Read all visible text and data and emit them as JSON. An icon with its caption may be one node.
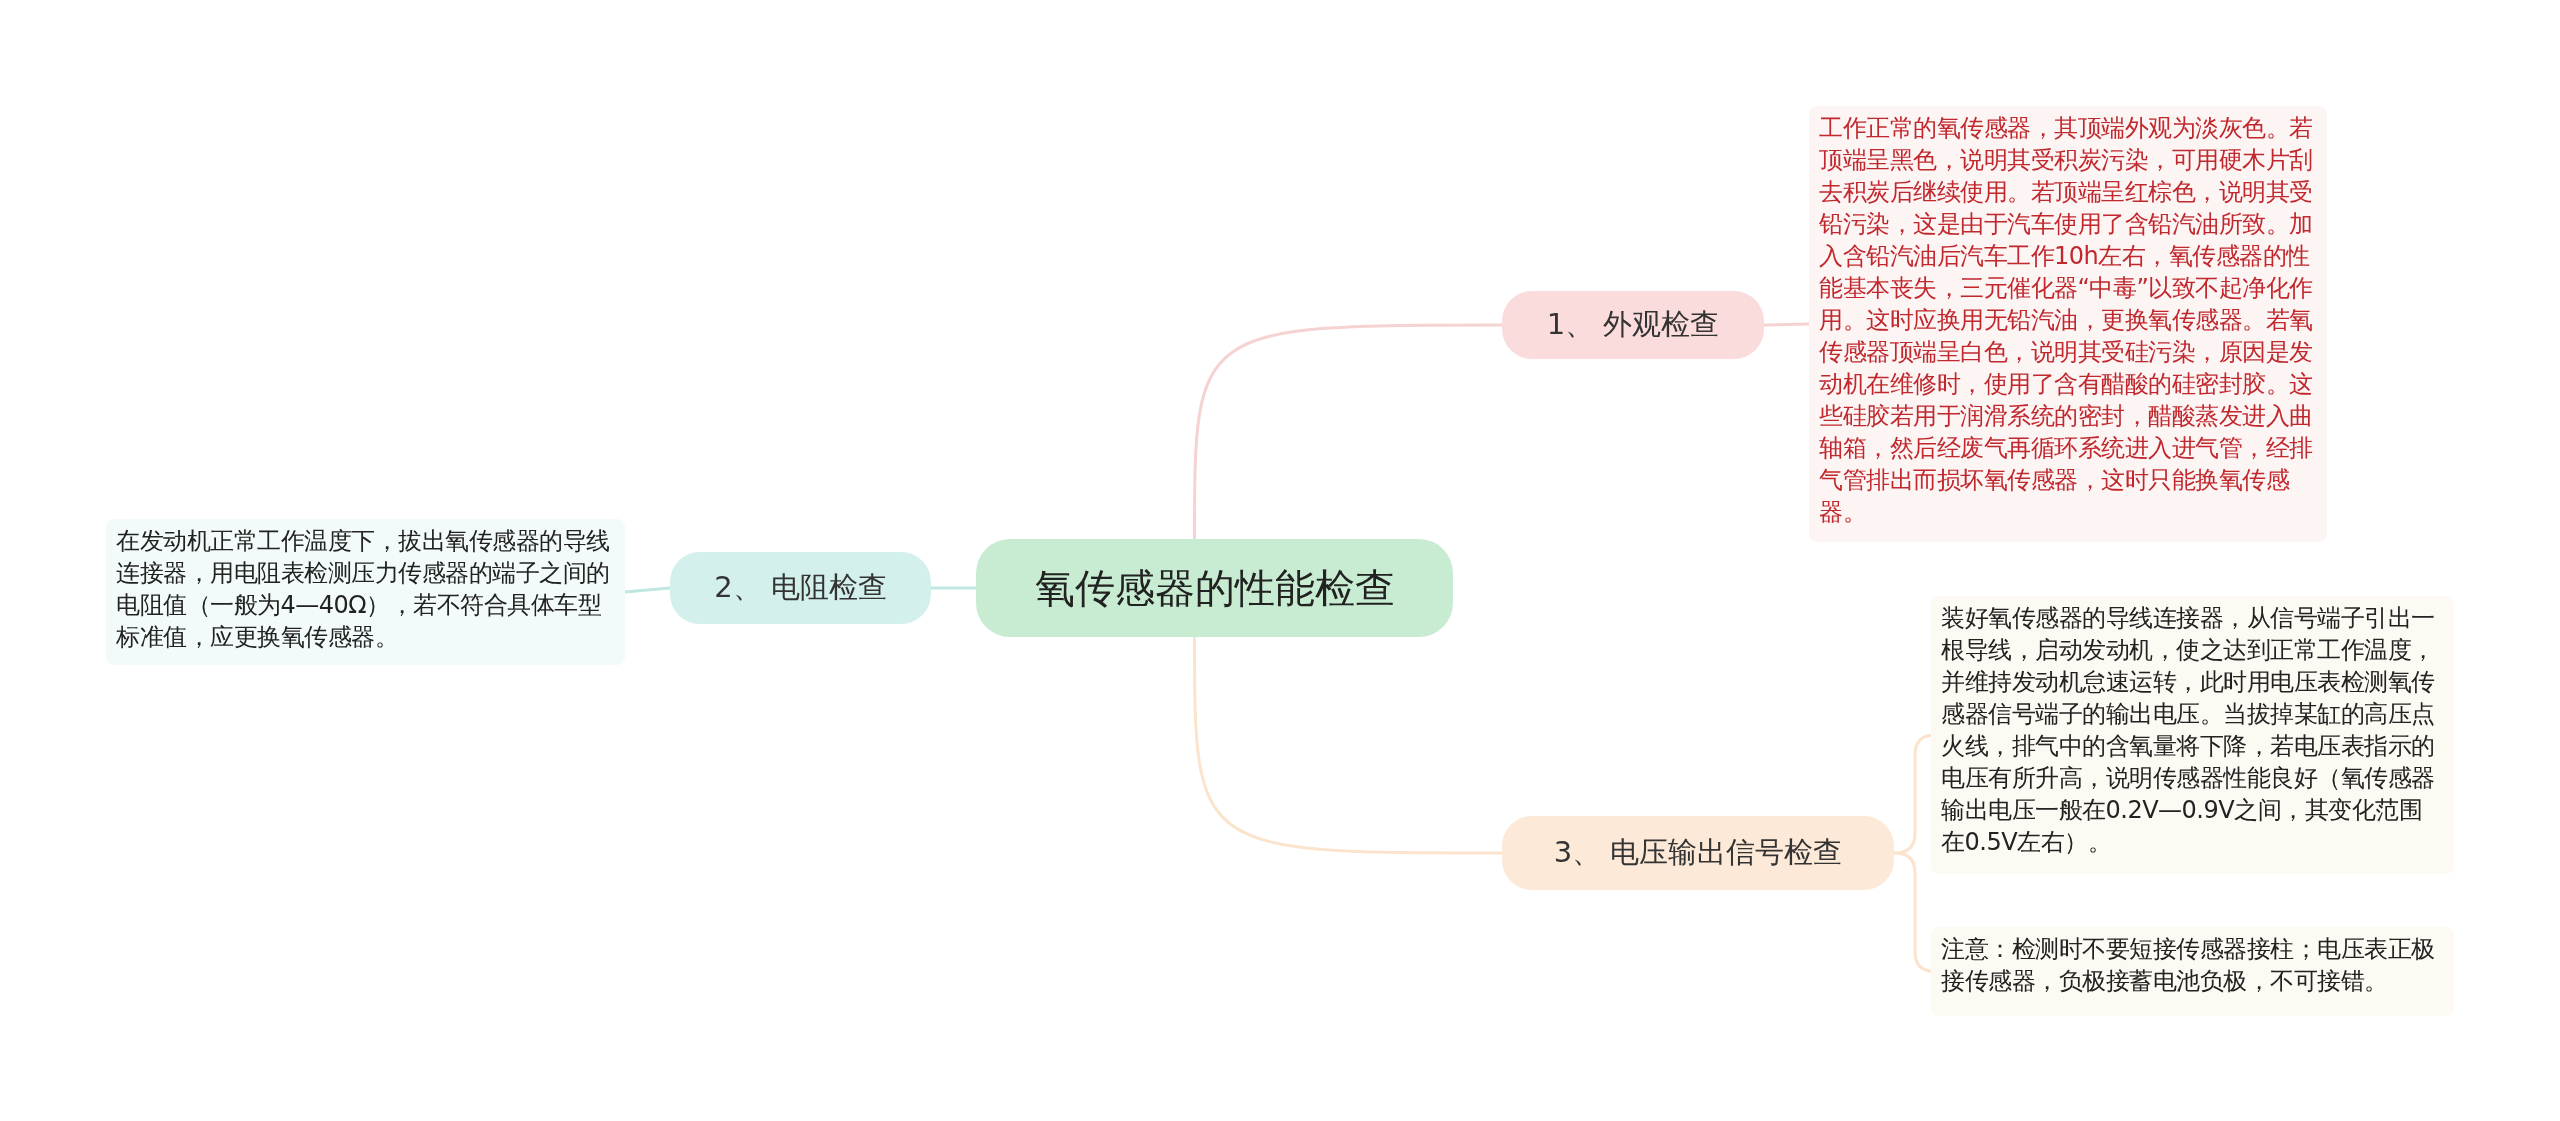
{
  "diagram": {
    "nodes": [
      {
        "text": [
          "氧传感器的性能检查"
        ]
      },
      {
        "text": [
          "1、 外观检查"
        ]
      },
      {
        "text": [
          "工作正常的氧传感器，其顶端外观为淡灰色。若顶端呈黑色，说明其受积炭污染，可用硬木片刮去积炭后继续使用。若顶端呈红棕色，说明其受铅污染，这是由于汽车使用了含铅汽油所致。加入含铅汽油后汽车工作10h左右，氧传感器的性能基本丧失，三元催化器“中毒”以致不起净化作用。这时应换用无铅汽油，更换氧传感器。若氧传感器顶端呈白色，说明其受硅污染，原因是发动机在维修时，使用了含有醋酸的硅密封胶。这些硅胶若用于润滑系统的密封，醋酸蒸发进入曲轴箱，然后经废气再循环系统进入进气管，经排气管排出而损坏氧传感器，这时只能换氧传感器。"
        ]
      },
      {
        "text": [
          "2、 电阻检查"
        ]
      },
      {
        "text": [
          "在发动机正常工作温度下，拔出氧传感器的导线连接器，用电阻表检测压力传感器的端子之间的电阻值（一般为4—40Ω），若不符合具体车型标准值，应更换氧传感器。"
        ]
      },
      {
        "text": [
          "3、 电压输出信号检查"
        ]
      },
      {
        "text": [
          "装好氧传感器的导线连接器，从信号端子引出一根导线，启动发动机，使之达到正常工作温度，并维持发动机怠速运转，此时用电压表检测氧传感器信号端子的输出电压。当拔掉某缸的高压点火线，排气中的含氧量将下降，若电压表指示的电压有所升高，说明传感器性能良好（氧传感器输出电压一般在0.2V—0.9V之间，其变化范围在0.5V左右）。"
        ]
      },
      {
        "text": [
          "注意：检测时不要短接传感器接柱；电压表正极接传感器，负极接蓄电池负极，不可接错。"
        ]
      }
    ],
    "edges": [
      {
        "from": 0,
        "to": 1,
        "arrow": "none",
        "color": "#f5d3d3"
      },
      {
        "from": 1,
        "to": 2,
        "arrow": "none",
        "color": "#f5d3d3"
      },
      {
        "from": 0,
        "to": 3,
        "arrow": "none",
        "color": "#bfe7e2"
      },
      {
        "from": 3,
        "to": 4,
        "arrow": "none",
        "color": "#bfe7e2"
      },
      {
        "from": 0,
        "to": 5,
        "arrow": "none",
        "color": "#fbe3cc"
      },
      {
        "from": 5,
        "to": 6,
        "arrow": "none",
        "color": "#fbe3cc"
      },
      {
        "from": 5,
        "to": 7,
        "arrow": "none",
        "color": "#fbe3cc"
      }
    ]
  }
}
